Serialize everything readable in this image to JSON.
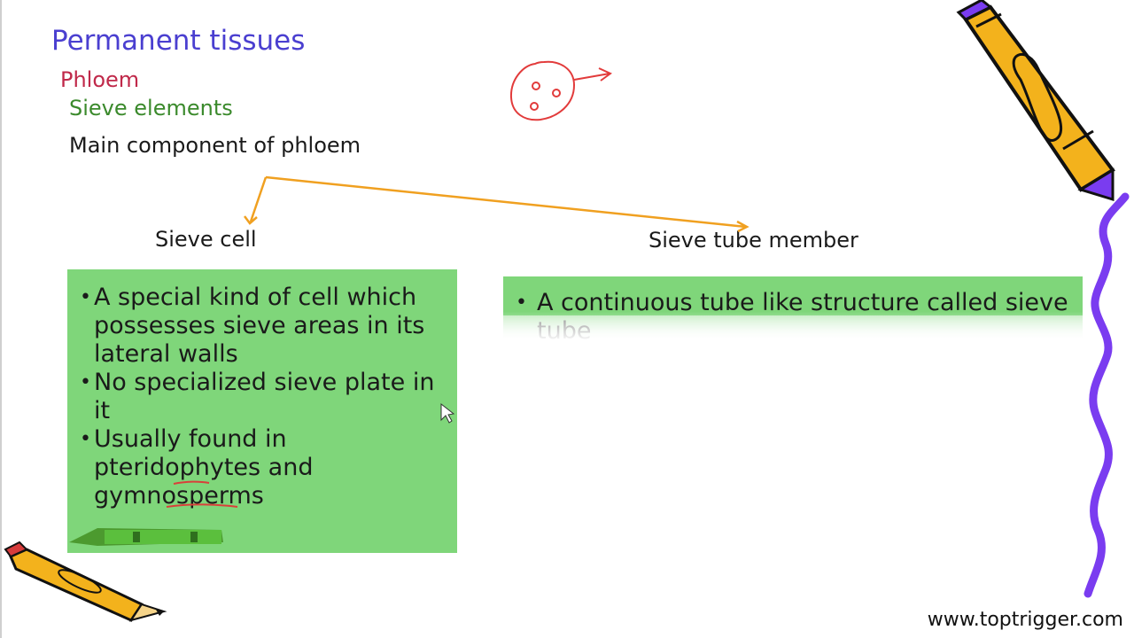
{
  "slide": {
    "title": "Permanent tissues",
    "subtitle_1": "Phloem",
    "subtitle_2": "Sieve elements",
    "subtitle_3": "Main component of phloem"
  },
  "columns": {
    "left_heading": "Sieve cell",
    "right_heading": "Sieve tube member"
  },
  "left_box": {
    "bullets": [
      "A special kind of cell which possesses sieve areas in its lateral walls",
      "No specialized sieve plate in it",
      "Usually found in pteridophytes and gymnosperms"
    ]
  },
  "right_box": {
    "bullets": [
      "A continuous tube like structure called sieve tube"
    ]
  },
  "footer": {
    "website": "www.toptrigger.com"
  },
  "colors": {
    "title": "#4a3fd0",
    "phloem": "#c0294a",
    "sieve_elements": "#3b8a2c",
    "box_fill": "#7fd67a",
    "arrow": "#f0a020",
    "annotation_red": "#e23b3b",
    "squiggle": "#7a3cf0"
  },
  "icons": [
    "pencil-icon",
    "crayon-icon",
    "cursor-icon",
    "bullet-icon"
  ]
}
